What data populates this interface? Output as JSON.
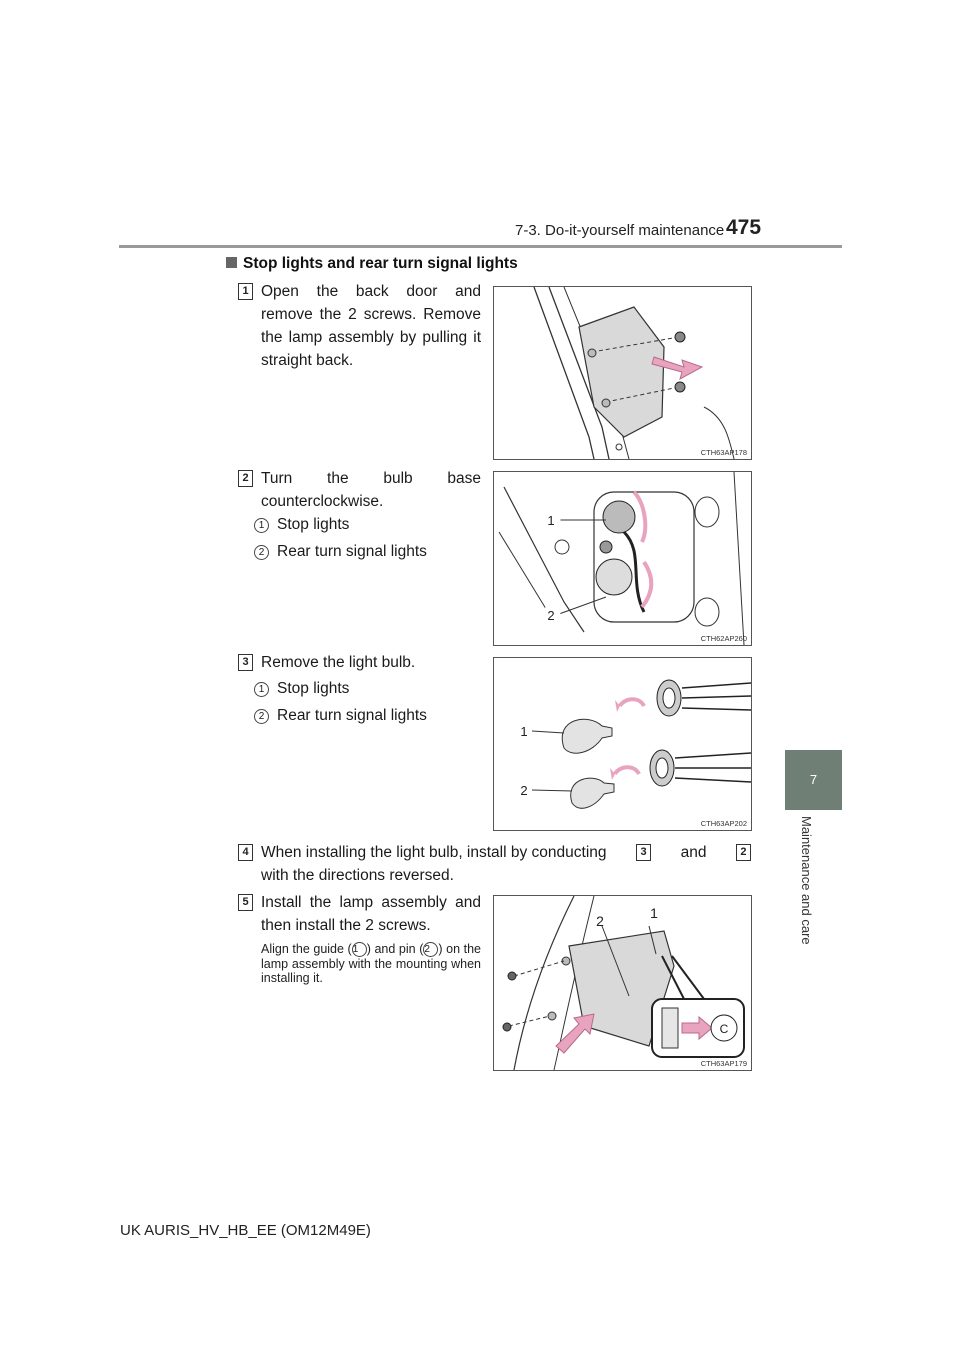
{
  "header": {
    "section": "7-3. Do-it-yourself maintenance",
    "page_number": "475"
  },
  "side_tab": {
    "chapter": "7",
    "label": "Maintenance and care"
  },
  "heading": "Stop lights and rear turn signal lights",
  "steps": [
    {
      "num": "1",
      "text": "Open the back door and remove the 2 screws. Remove the lamp assembly by pulling it straight back."
    },
    {
      "num": "2",
      "text": "Turn the bulb base counterclockwise.",
      "items": [
        {
          "num": "1",
          "label": "Stop lights"
        },
        {
          "num": "2",
          "label": "Rear turn signal lights"
        }
      ]
    },
    {
      "num": "3",
      "text": "Remove the light bulb.",
      "items": [
        {
          "num": "1",
          "label": "Stop lights"
        },
        {
          "num": "2",
          "label": "Rear turn signal lights"
        }
      ]
    },
    {
      "num": "4",
      "text_before": "When installing the light bulb, install by conducting",
      "ref_a": "3",
      "text_mid": "and",
      "ref_b": "2",
      "text_after": "with the directions reversed."
    },
    {
      "num": "5",
      "text": "Install the lamp assembly and then install the 2 screws.",
      "note_a": "Align the guide (",
      "note_ref1": "1",
      "note_b": ") and pin (",
      "note_ref2": "2",
      "note_c": ") on the lamp assembly with the mounting when installing it."
    }
  ],
  "figures": [
    {
      "code": "CTH63AP178"
    },
    {
      "code": "CTH62AP260",
      "labels": [
        "1",
        "2"
      ]
    },
    {
      "code": "CTH63AP202",
      "labels": [
        "1",
        "2"
      ]
    },
    {
      "code": "CTH63AP179",
      "labels": [
        "2",
        "1"
      ],
      "callout_letter": "C"
    }
  ],
  "footer": "UK AURIS_HV_HB_EE (OM12M49E)",
  "colors": {
    "accent_arrow": "#e8a3bf",
    "side_tab": "#6f7f75",
    "rule": "#9a9a9a"
  }
}
